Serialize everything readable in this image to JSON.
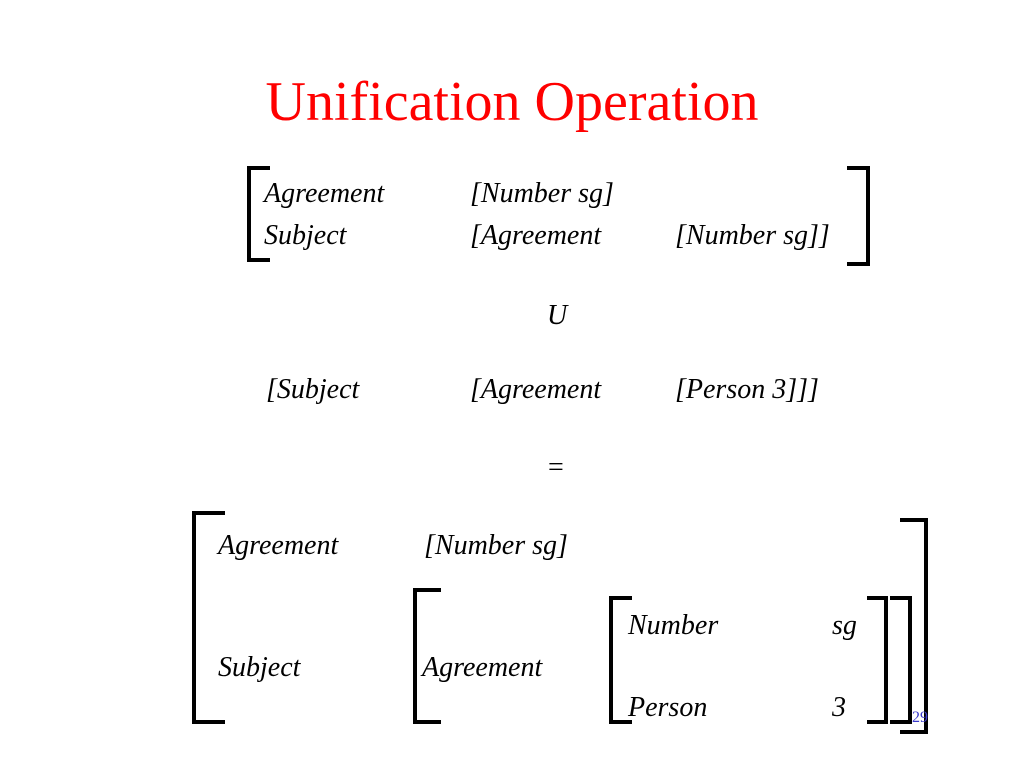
{
  "title": "Unification Operation",
  "structure_1": {
    "row1": {
      "feature": "Agreement",
      "value": "[Number sg]"
    },
    "row2": {
      "feature": "Subject",
      "value_part1": "[Agreement",
      "value_part2": "[Number sg]]"
    }
  },
  "operator_union": "U",
  "structure_2": {
    "part1": "[Subject",
    "part2": "[Agreement",
    "part3": "[Person 3]]]"
  },
  "operator_equals": "=",
  "result": {
    "row1": {
      "feature": "Agreement",
      "value": "[Number sg]"
    },
    "row2": {
      "feature": "Subject",
      "sub_feature": "Agreement",
      "inner": [
        {
          "feature": "Number",
          "value": "sg"
        },
        {
          "feature": "Person",
          "value": "3"
        }
      ]
    }
  },
  "slide_number": "29"
}
